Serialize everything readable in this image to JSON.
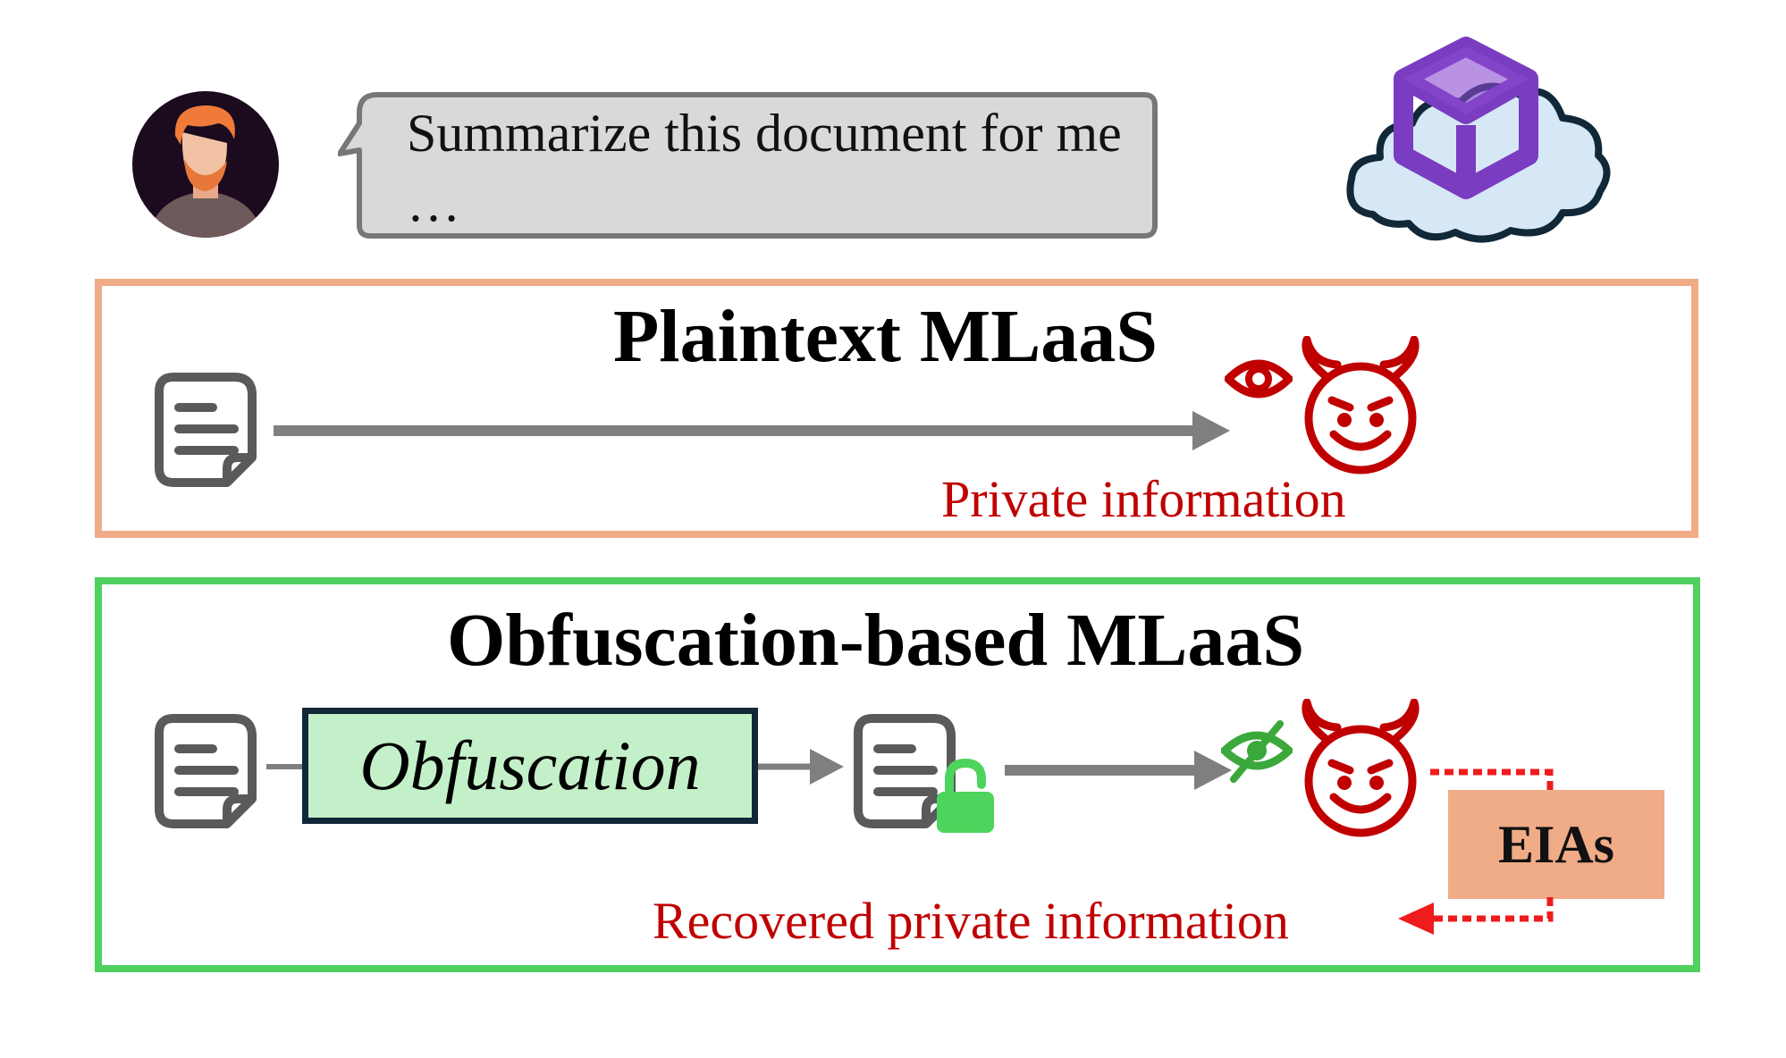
{
  "prompt": {
    "text": "Summarize this document for me …"
  },
  "panels": {
    "plaintext": {
      "title": "Plaintext MLaaS",
      "caption": "Private information"
    },
    "obfuscation": {
      "title": "Obfuscation-based MLaaS",
      "process_label": "Obfuscation",
      "attack_label": "EIAs",
      "caption": "Recovered private information"
    }
  },
  "colors": {
    "plaintext_border": "#f0ab87",
    "obfuscation_border": "#4fd05f",
    "obfuscation_fill": "#c3f0c8",
    "eias_fill": "#f0ab87",
    "threat_red": "#c00000",
    "lock_green": "#4cd45c",
    "cloud_fill": "#d6e7f6",
    "server_purple": "#7a3cc0"
  },
  "icons": [
    "user-avatar",
    "speech-bubble",
    "cloud-server-icon",
    "document-icon",
    "arrow-right",
    "eye-icon",
    "devil-icon",
    "lock-icon",
    "eye-slash-icon",
    "dotted-arrow-left"
  ]
}
